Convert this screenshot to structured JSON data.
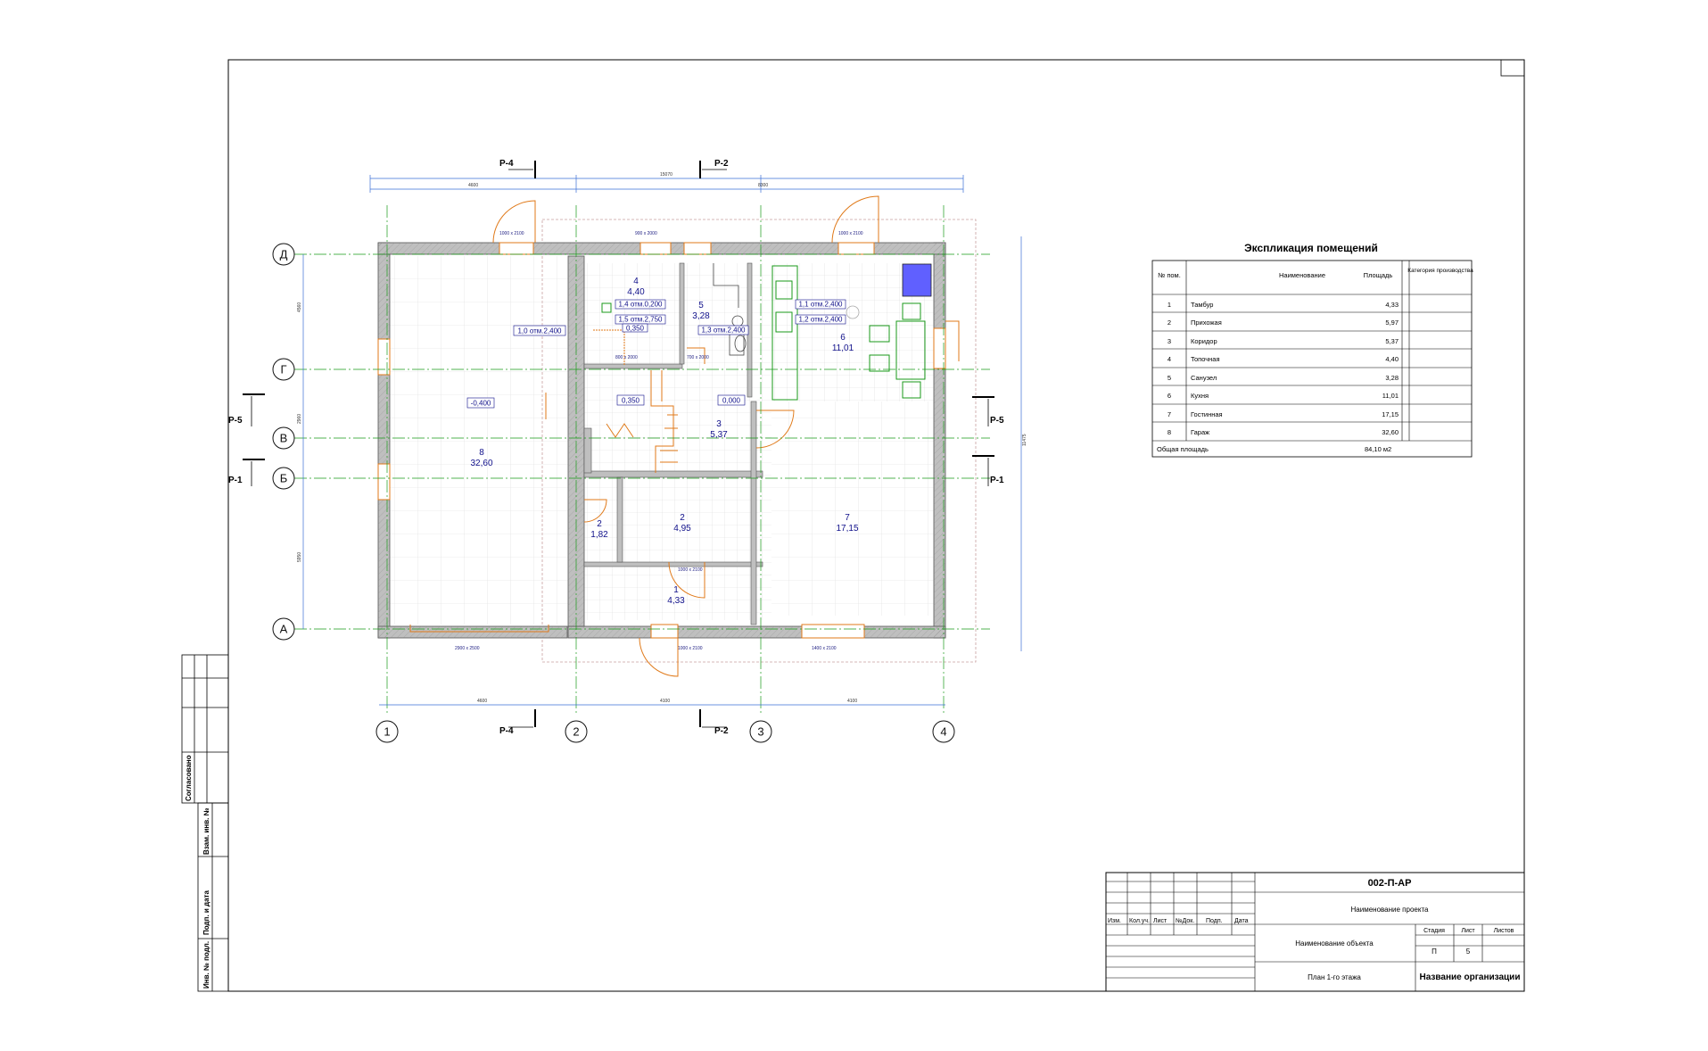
{
  "axes": {
    "horizontal": [
      {
        "id": "Д",
        "label": "Д"
      },
      {
        "id": "Г",
        "label": "Г"
      },
      {
        "id": "В",
        "label": "В"
      },
      {
        "id": "Б",
        "label": "Б"
      },
      {
        "id": "А",
        "label": "А"
      }
    ],
    "vertical": [
      {
        "id": "1",
        "label": "1"
      },
      {
        "id": "2",
        "label": "2"
      },
      {
        "id": "3",
        "label": "3"
      },
      {
        "id": "4",
        "label": "4"
      }
    ]
  },
  "section_cuts": {
    "p4": "Р-4",
    "p2": "Р-2",
    "p5": "Р-5",
    "p1": "Р-1"
  },
  "door_tags": [
    "1000 x 2100",
    "900 x 2000",
    "800 x 2000",
    "700 x 2000",
    "1000 x 2100",
    "2900 x 2500",
    "1000 x 2100",
    "1400 x 2100"
  ],
  "rooms": [
    {
      "num": "8",
      "area": "32,60"
    },
    {
      "num": "4",
      "area": "4,40"
    },
    {
      "num": "5",
      "area": "3,28"
    },
    {
      "num": "6",
      "area": "11,01"
    },
    {
      "num": "3",
      "area": "5,37"
    },
    {
      "num": "2",
      "area": "1,82"
    },
    {
      "num": "2",
      "area": "4,95"
    },
    {
      "num": "7",
      "area": "17,15"
    },
    {
      "num": "1",
      "area": "4,33"
    }
  ],
  "elevation_tags": {
    "garage_wall": "1,0 отм.2,400",
    "t41": "1,4 отм.0,200",
    "t51": "1,5 отм.2,750",
    "t52": "0,350",
    "t53": "1,3 отм.2,400",
    "t61": "1,1 отм.2,400",
    "t62": "1,2 отм.2,400",
    "garage_floor": "-0,400",
    "stair_lvl": "0,350",
    "floor_lvl": "0,000"
  },
  "explication": {
    "title": "Экспликация помещений",
    "headers": [
      "№ пом.",
      "Наименование",
      "Площадь",
      "Категория производства"
    ],
    "rows": [
      {
        "num": "1",
        "name": "Тамбур",
        "area": "4,33"
      },
      {
        "num": "2",
        "name": "Прихожая",
        "area": "5,97"
      },
      {
        "num": "3",
        "name": "Коридор",
        "area": "5,37"
      },
      {
        "num": "4",
        "name": "Топочная",
        "area": "4,40"
      },
      {
        "num": "5",
        "name": "Санузел",
        "area": "3,28"
      },
      {
        "num": "6",
        "name": "Кухня",
        "area": "11,01"
      },
      {
        "num": "7",
        "name": "Гостинная",
        "area": "17,15"
      },
      {
        "num": "8",
        "name": "Гараж",
        "area": "32,60"
      }
    ],
    "total_label": "Общая площадь",
    "total_value": "84,10 м2"
  },
  "title_block": {
    "code": "002-П-АР",
    "project_name": "Наименование проекта",
    "object_name": "Наименование объекта",
    "sheet_title": "План 1-го этажа",
    "organization": "Название организации",
    "col_headers": [
      "Изм.",
      "Кол.уч.",
      "Лист",
      "№Док.",
      "Подп.",
      "Дата"
    ],
    "stage_header": "Стадия",
    "sheet_header": "Лист",
    "sheets_header": "Листов",
    "stage_value": "П",
    "sheet_value": "5",
    "sheets_value": ""
  },
  "side_stamp": {
    "agreed": "Согласовано",
    "replaced": "Взам. инв. №",
    "sign_date": "Подп. и дата",
    "inv_num": "Инв. № подл."
  },
  "colors": {
    "wall": "#bfbfbf",
    "axis_line": "#1a9a1a",
    "door": "#e07a1a",
    "dimension": "#3a6fd6",
    "text_blue": "#10108a",
    "fixture": "#1a9a1a",
    "highlight": "#6060ff"
  }
}
